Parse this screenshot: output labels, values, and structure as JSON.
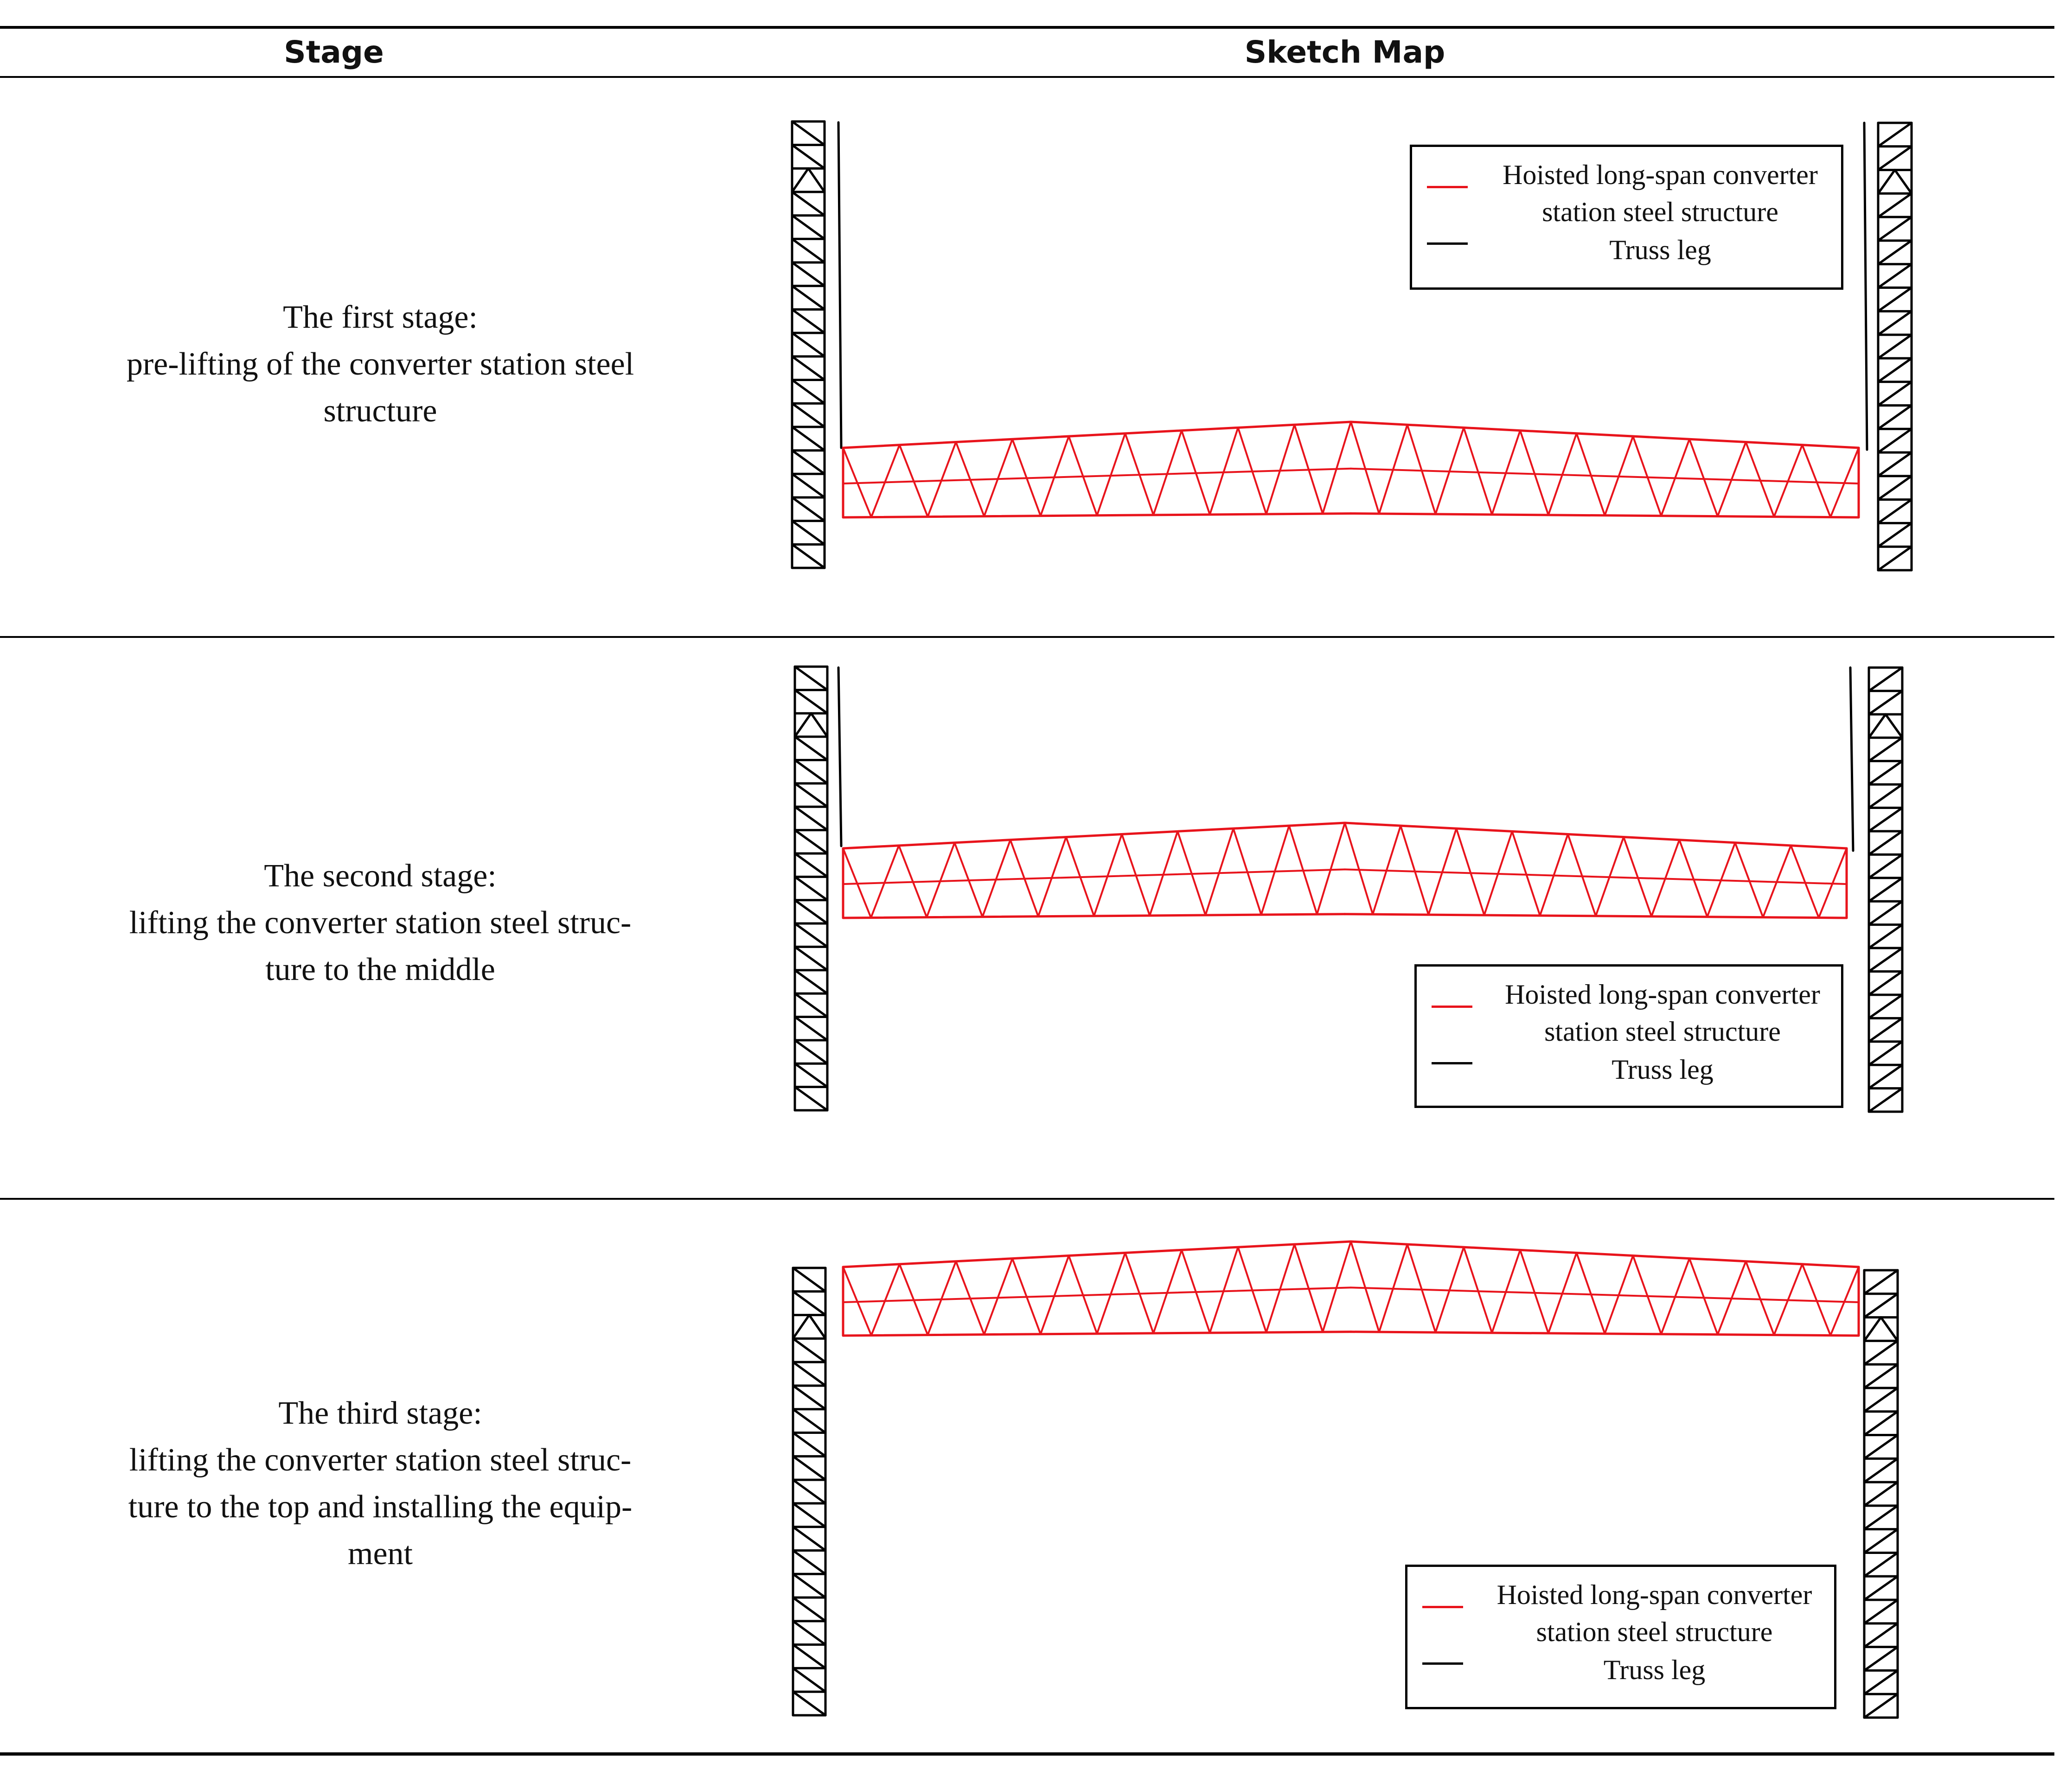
{
  "header": {
    "stage": "Stage",
    "sketch": "Sketch Map"
  },
  "legend": {
    "hoisted_line1": "Hoisted long-span converter",
    "hoisted_line2": "station steel structure",
    "truss": "Truss leg"
  },
  "colors": {
    "steel_structure": "#e8141c",
    "truss_leg": "#000000"
  },
  "rows": [
    {
      "title": "The first stage:",
      "lines": [
        "pre-lifting of the converter station steel",
        "structure"
      ]
    },
    {
      "title": "The second stage:",
      "lines": [
        "lifting the converter station steel struc-",
        "ture to the middle"
      ]
    },
    {
      "title": "The third stage:",
      "lines": [
        "lifting the converter station steel struc-",
        "ture to the top and installing the equip-",
        "ment"
      ]
    }
  ]
}
